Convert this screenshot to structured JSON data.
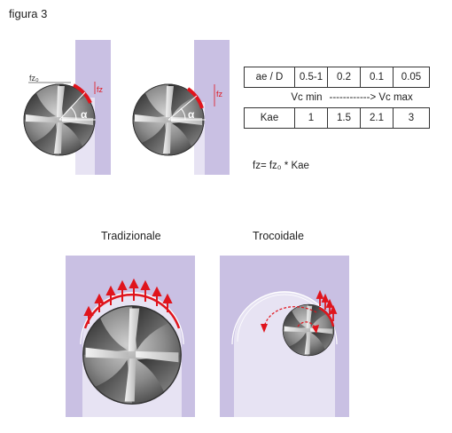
{
  "figure_title": "figura 3",
  "labels": {
    "fz0": "fz₀",
    "fz": "fz",
    "alpha": "α",
    "traditional": "Tradizionale",
    "trochoidal": "Trocoidale"
  },
  "table": {
    "row1": [
      "ae / D",
      "0.5-1",
      "0.2",
      "0.1",
      "0.05"
    ],
    "row2": {
      "left": "Vc min",
      "right": "------------> Vc max"
    },
    "row3": [
      "Kae",
      "1",
      "1.5",
      "2.1",
      "3"
    ]
  },
  "formula": "fz= fz₀ * Kae",
  "colors": {
    "workpiece": "#c9c0e3",
    "workpiece_light": "#e7e3f3",
    "arrow_red": "#e0141c",
    "cutter_dark": "#555555"
  }
}
